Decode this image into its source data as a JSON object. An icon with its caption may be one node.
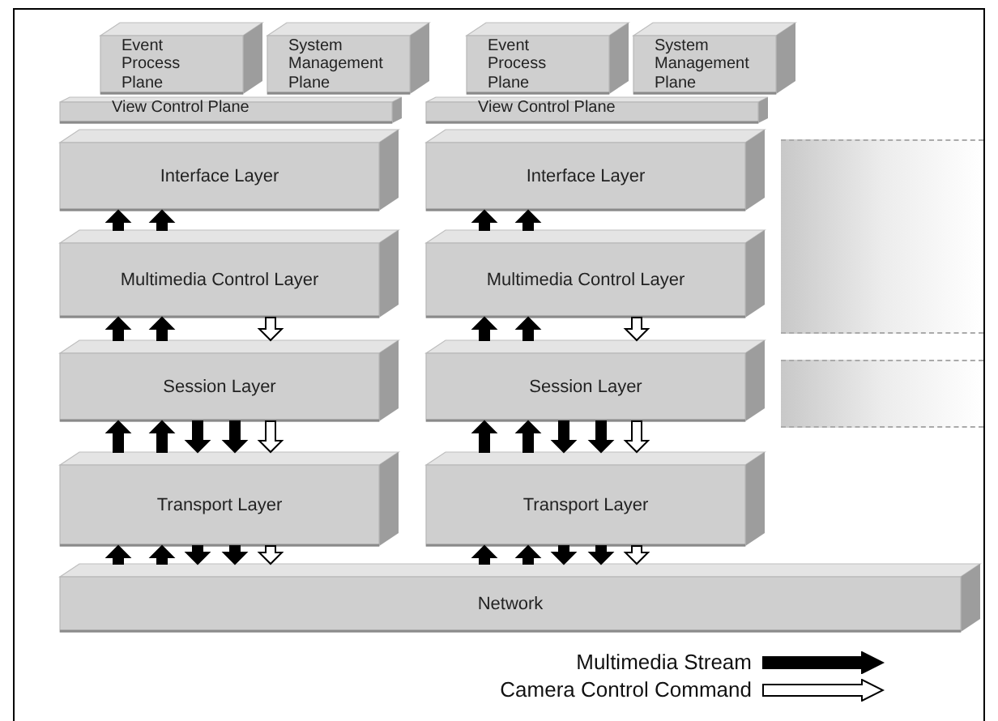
{
  "diagram": {
    "nodes": [
      {
        "text": [
          "Event Process Plane"
        ]
      },
      {
        "text": [
          "System Management Plane"
        ]
      },
      {
        "text": [
          "Event Process Plane"
        ]
      },
      {
        "text": [
          "System Management Plane"
        ]
      },
      {
        "text": [
          "View Control Plane"
        ]
      },
      {
        "text": [
          "View Control Plane"
        ]
      },
      {
        "text": [
          "Interface Layer"
        ]
      },
      {
        "text": [
          "Interface Layer"
        ]
      },
      {
        "text": [
          "Multimedia Control Layer"
        ]
      },
      {
        "text": [
          "Multimedia Control Layer"
        ]
      },
      {
        "text": [
          "Session Layer"
        ]
      },
      {
        "text": [
          "Session Layer"
        ]
      },
      {
        "text": [
          "Transport Layer"
        ]
      },
      {
        "text": [
          "Transport Layer"
        ]
      },
      {
        "text": [
          "Network"
        ]
      },
      {
        "text": [],
        "shape": "band"
      },
      {
        "text": [],
        "shape": "band"
      }
    ],
    "edges": [
      {
        "from": 8,
        "to": 6,
        "arrow": "to"
      },
      {
        "from": 8,
        "to": 6,
        "arrow": "to"
      },
      {
        "from": 10,
        "to": 8,
        "arrow": "to"
      },
      {
        "from": 10,
        "to": 8,
        "arrow": "to"
      },
      {
        "from": 8,
        "to": 10,
        "arrow": "to",
        "color": "#ffffff"
      },
      {
        "from": 12,
        "to": 10,
        "arrow": "to"
      },
      {
        "from": 12,
        "to": 10,
        "arrow": "to"
      },
      {
        "from": 10,
        "to": 12,
        "arrow": "to"
      },
      {
        "from": 10,
        "to": 12,
        "arrow": "to"
      },
      {
        "from": 10,
        "to": 12,
        "arrow": "to",
        "color": "#ffffff"
      },
      {
        "from": 14,
        "to": 12,
        "arrow": "to"
      },
      {
        "from": 14,
        "to": 12,
        "arrow": "to"
      },
      {
        "from": 12,
        "to": 14,
        "arrow": "to"
      },
      {
        "from": 12,
        "to": 14,
        "arrow": "to"
      },
      {
        "from": 12,
        "to": 14,
        "arrow": "to",
        "color": "#ffffff"
      },
      {
        "from": 9,
        "to": 7,
        "arrow": "to"
      },
      {
        "from": 9,
        "to": 7,
        "arrow": "to"
      },
      {
        "from": 11,
        "to": 9,
        "arrow": "to"
      },
      {
        "from": 11,
        "to": 9,
        "arrow": "to"
      },
      {
        "from": 9,
        "to": 11,
        "arrow": "to",
        "color": "#ffffff"
      },
      {
        "from": 13,
        "to": 11,
        "arrow": "to"
      },
      {
        "from": 13,
        "to": 11,
        "arrow": "to"
      },
      {
        "from": 11,
        "to": 13,
        "arrow": "to"
      },
      {
        "from": 11,
        "to": 13,
        "arrow": "to"
      },
      {
        "from": 11,
        "to": 13,
        "arrow": "to",
        "color": "#ffffff"
      },
      {
        "from": 14,
        "to": 13,
        "arrow": "to"
      },
      {
        "from": 14,
        "to": 13,
        "arrow": "to"
      },
      {
        "from": 13,
        "to": 14,
        "arrow": "to"
      },
      {
        "from": 13,
        "to": 14,
        "arrow": "to"
      },
      {
        "from": 13,
        "to": 14,
        "arrow": "to",
        "color": "#ffffff"
      }
    ],
    "legend": [
      {
        "text": "Multimedia Stream"
      },
      {
        "text": "Camera Control Command"
      }
    ]
  }
}
